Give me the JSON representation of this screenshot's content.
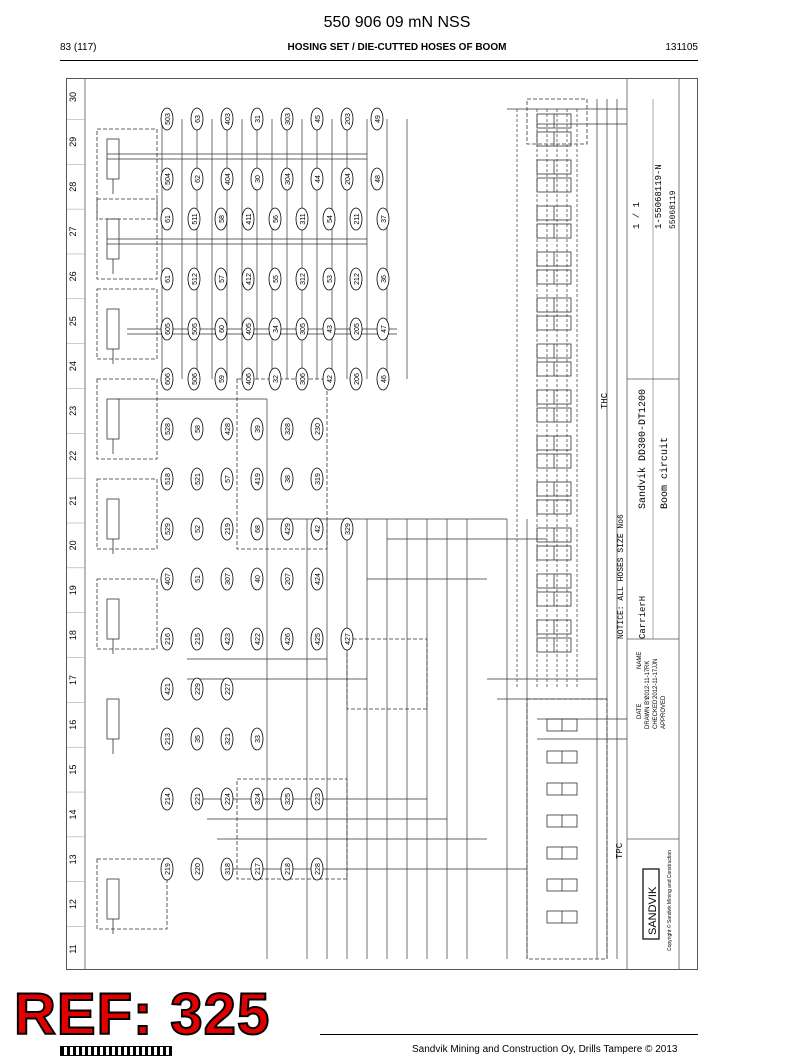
{
  "document": {
    "title": "550 906 09 mN NSS",
    "page_ref": "83 (117)",
    "section_title": "HOSING SET / DIE-CUTTED HOSES OF BOOM",
    "date_code": "131105"
  },
  "ref_stamp": "REF: 325",
  "footer": {
    "text": "Sandvik Mining and Construction Oy, Drills Tampere © 2013"
  },
  "drawing": {
    "column_numbers": [
      "11",
      "12",
      "13",
      "14",
      "15",
      "16",
      "17",
      "18",
      "19",
      "20",
      "21",
      "22",
      "23",
      "24",
      "25",
      "26",
      "27",
      "28",
      "29",
      "30"
    ],
    "hose_labels": [
      "503",
      "63",
      "403",
      "31",
      "303",
      "45",
      "203",
      "49",
      "504",
      "62",
      "404",
      "30",
      "304",
      "44",
      "204",
      "48",
      "61",
      "511",
      "58",
      "411",
      "56",
      "311",
      "54",
      "211",
      "37",
      "61",
      "512",
      "57",
      "412",
      "55",
      "312",
      "53",
      "212",
      "36",
      "605",
      "505",
      "60",
      "405",
      "34",
      "305",
      "43",
      "205",
      "47",
      "606",
      "506",
      "59",
      "406",
      "32",
      "306",
      "42",
      "206",
      "46",
      "528",
      "58",
      "428",
      "39",
      "328",
      "230",
      "518",
      "521",
      "57",
      "419",
      "38",
      "319",
      "529",
      "52",
      "219",
      "68",
      "429",
      "42",
      "329",
      "407",
      "51",
      "307",
      "40",
      "207",
      "424",
      "216",
      "215",
      "423",
      "422",
      "426",
      "425",
      "427",
      "421",
      "229",
      "227",
      "213",
      "35",
      "321",
      "33",
      "214",
      "221",
      "224",
      "324",
      "325",
      "223",
      "219",
      "220",
      "318",
      "217",
      "218",
      "228"
    ],
    "title_block": {
      "product": "Sandvik DD300-DT1200",
      "circuit": "Boom circuit",
      "carrier": "CarrierH",
      "sheet": "1 / 1",
      "drawing_no": "1-55068119-N",
      "doc_no": "55068119",
      "brand": "SANDVIK",
      "copyright": "Copyright © Sandvik Mining and Construction",
      "notice": "NOTICE: ALL HOSES SIZE No6",
      "tpc_label": "TPC",
      "thc_label": "THC",
      "date_label": "DATE",
      "name_label": "NAME",
      "drawn_label": "DRAWN BY",
      "checked_label": "CHECKED",
      "approved_label": "APPROVED",
      "drawn_date": "2012-11-17",
      "drawn_name": "RK",
      "checked_date": "2012-11-17",
      "checked_name": "JJN"
    }
  }
}
